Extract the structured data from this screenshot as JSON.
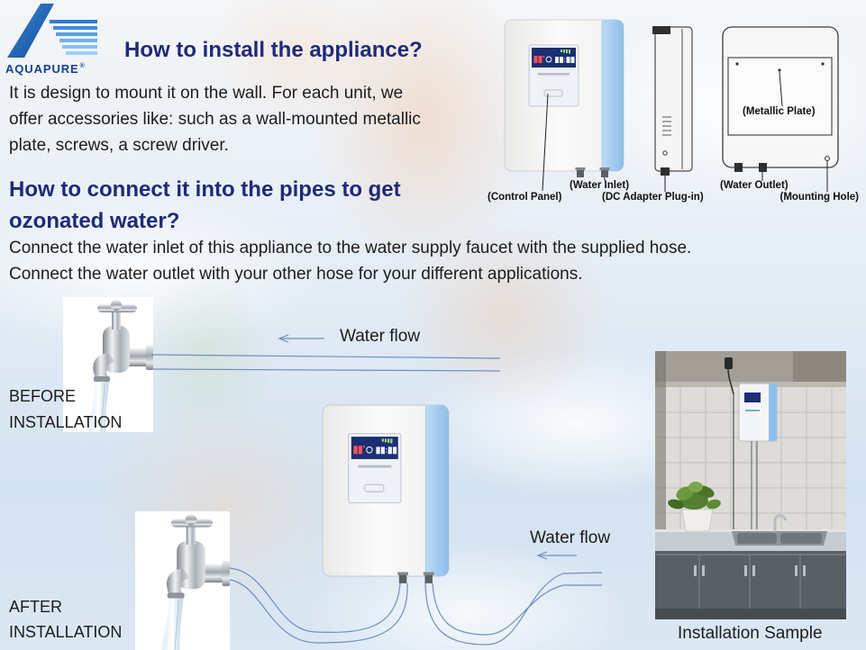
{
  "logo": {
    "brand": "AQUAPURE",
    "registered": "®"
  },
  "install": {
    "heading": "How to install the appliance?",
    "lines": [
      "It is design to mount it on the wall. For each unit, we",
      "offer accessories like: such as a wall-mounted metallic",
      "plate, screws, a screw driver."
    ]
  },
  "connect": {
    "heading_lines": [
      "How to connect it into the pipes to get",
      "ozonated water?"
    ],
    "lines": [
      "Connect the water inlet of this appliance to the water supply faucet with the supplied hose.",
      "Connect the water outlet with your other hose for your different applications."
    ]
  },
  "diagram_labels": {
    "control_panel": "(Control Panel)",
    "water_inlet": "(Water Inlet)",
    "dc_adapter": "(DC Adapter Plug-in)",
    "water_outlet": "(Water Outlet)",
    "mounting_hole": "(Mounting Hole)",
    "metallic_plate": "(Metallic Plate)"
  },
  "before": {
    "label_lines": [
      "BEFORE",
      "INSTALLATION"
    ],
    "flow_label": "Water flow"
  },
  "after": {
    "label_lines": [
      "AFTER",
      "INSTALLATION"
    ],
    "flow_label": "Water flow"
  },
  "sample": {
    "caption": "Installation Sample"
  },
  "colors": {
    "heading": "#1f2a78",
    "text": "#1c1c1c",
    "brand": "#1a3f8f",
    "pipe": "#6f8fbf",
    "device_accent": "#a9cfee"
  }
}
